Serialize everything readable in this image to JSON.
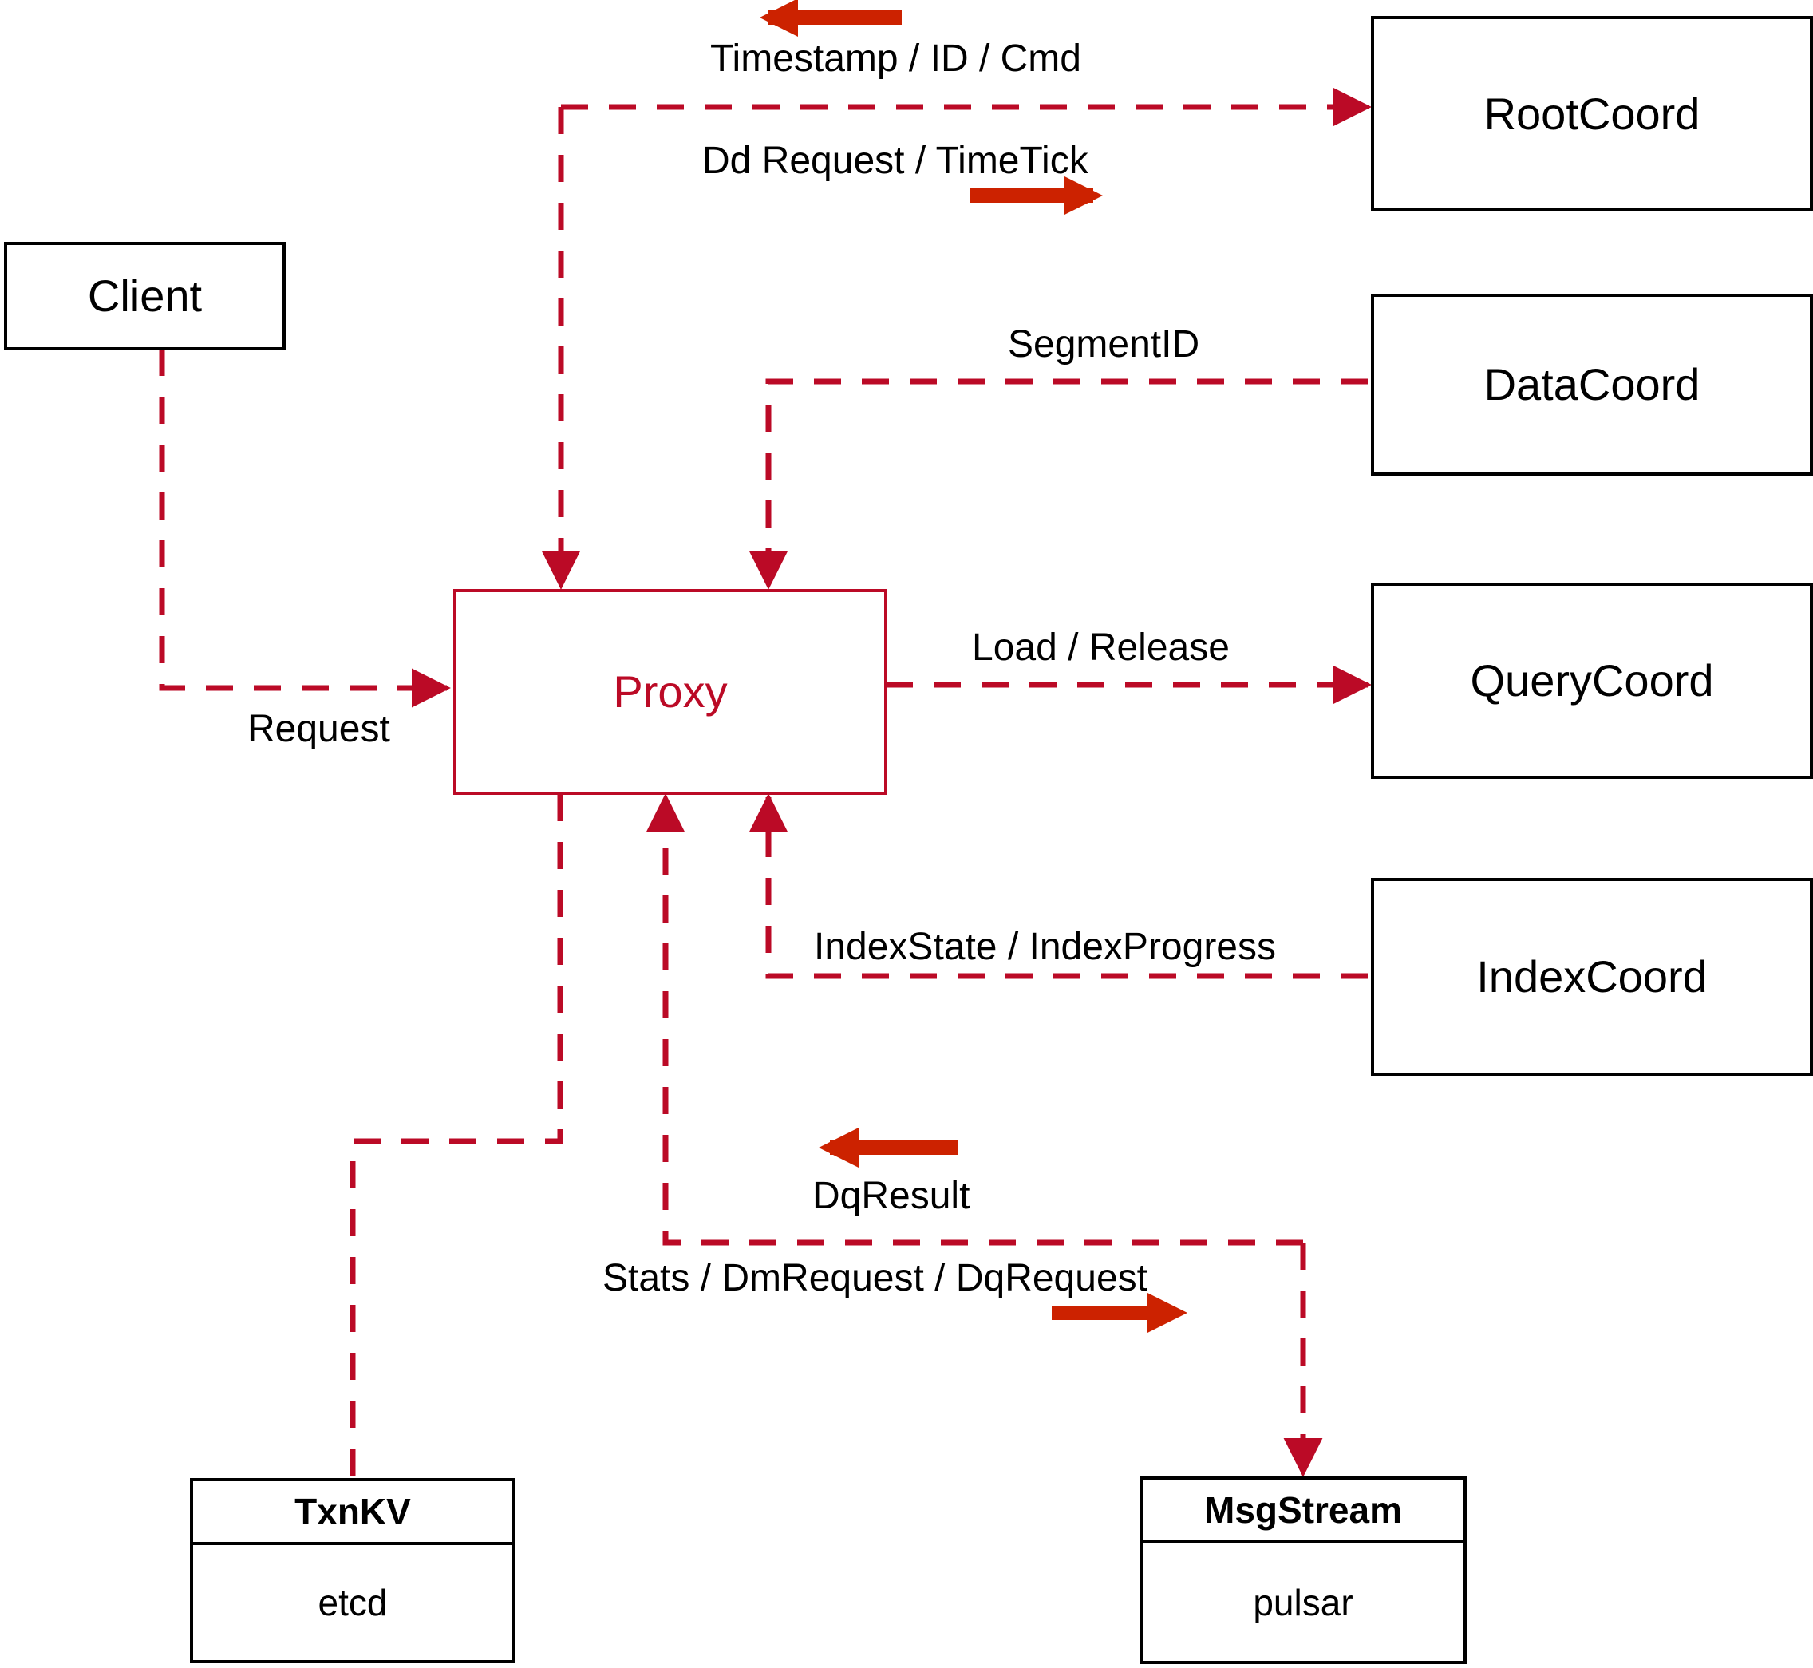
{
  "diagram": {
    "title": "Milvus Proxy architecture",
    "accent_color": "#bb0a26",
    "arrow_color": "#cc2200",
    "node_border_color": "#000000",
    "background": "#ffffff"
  },
  "nodes": {
    "client": {
      "label": "Client"
    },
    "proxy": {
      "label": "Proxy"
    },
    "root_coord": {
      "label": "RootCoord"
    },
    "data_coord": {
      "label": "DataCoord"
    },
    "query_coord": {
      "label": "QueryCoord"
    },
    "index_coord": {
      "label": "IndexCoord"
    },
    "txnkv": {
      "header": "TxnKV",
      "body": "etcd"
    },
    "msgstream": {
      "header": "MsgStream",
      "body": "pulsar"
    }
  },
  "edge_labels": {
    "timestamp_id_cmd": "Timestamp / ID / Cmd",
    "dd_request_timetick": "Dd Request / TimeTick",
    "segment_id": "SegmentID",
    "request": "Request",
    "load_release": "Load / Release",
    "index_state_progress": "IndexState / IndexProgress",
    "dq_result": "DqResult",
    "stats_dm_dq_request": "Stats / DmRequest / DqRequest"
  },
  "direction_arrows": [
    {
      "name": "timestamp-id-cmd-direction",
      "points": "left"
    },
    {
      "name": "dd-request-timetick-direction",
      "points": "right"
    },
    {
      "name": "dq-result-direction",
      "points": "left"
    },
    {
      "name": "stats-dm-dq-request-direction",
      "points": "right"
    }
  ]
}
